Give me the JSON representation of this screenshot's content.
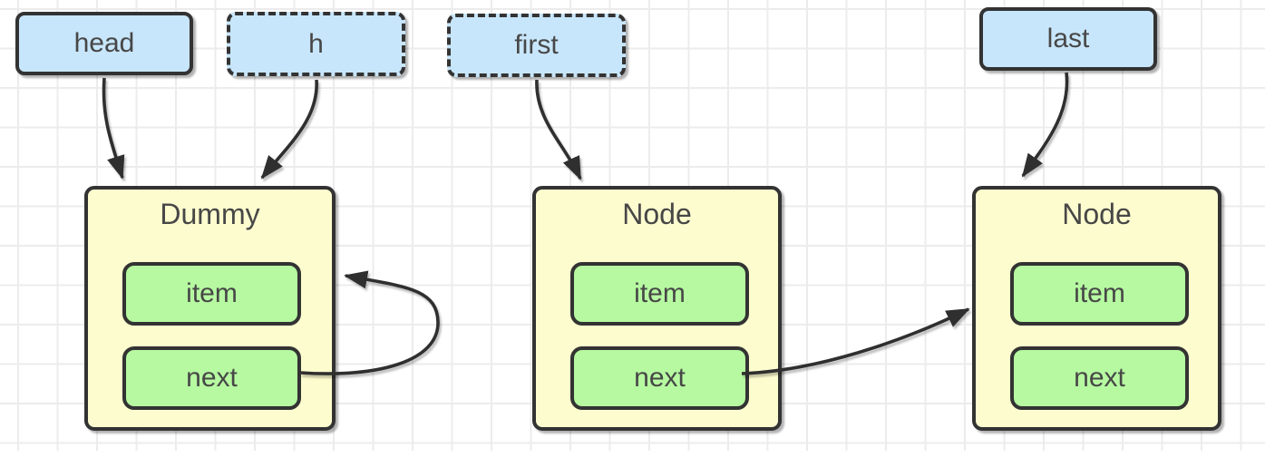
{
  "diagram": {
    "kind": "linked-list-diagram",
    "pointers": [
      {
        "id": "head",
        "label": "head",
        "border": "solid",
        "points_to": "dummy"
      },
      {
        "id": "h",
        "label": "h",
        "border": "dashed",
        "points_to": "dummy"
      },
      {
        "id": "first",
        "label": "first",
        "border": "dashed",
        "points_to": "node-mid"
      },
      {
        "id": "last",
        "label": "last",
        "border": "solid",
        "points_to": "node-right"
      }
    ],
    "nodes": [
      {
        "id": "dummy",
        "title": "Dummy",
        "fields": [
          {
            "label": "item"
          },
          {
            "label": "next"
          }
        ]
      },
      {
        "id": "node-mid",
        "title": "Node",
        "fields": [
          {
            "label": "item"
          },
          {
            "label": "next"
          }
        ]
      },
      {
        "id": "node-right",
        "title": "Node",
        "fields": [
          {
            "label": "item"
          },
          {
            "label": "next"
          }
        ]
      }
    ],
    "edges": [
      {
        "from": "head",
        "to": "dummy"
      },
      {
        "from": "h",
        "to": "dummy"
      },
      {
        "from": "first",
        "to": "node-mid"
      },
      {
        "from": "last",
        "to": "node-right"
      },
      {
        "from": "dummy.next",
        "to": "dummy",
        "shape": "self-loop"
      },
      {
        "from": "node-mid.next",
        "to": "node-right"
      }
    ],
    "colors": {
      "pointer_fill": "#c8e6fb",
      "node_fill": "#fdfccf",
      "field_fill": "#b6f9a1",
      "border": "#333333",
      "text": "#474747",
      "arrow": "#2f2f2f",
      "grid_line": "#ececec",
      "background": "#ffffff"
    }
  }
}
